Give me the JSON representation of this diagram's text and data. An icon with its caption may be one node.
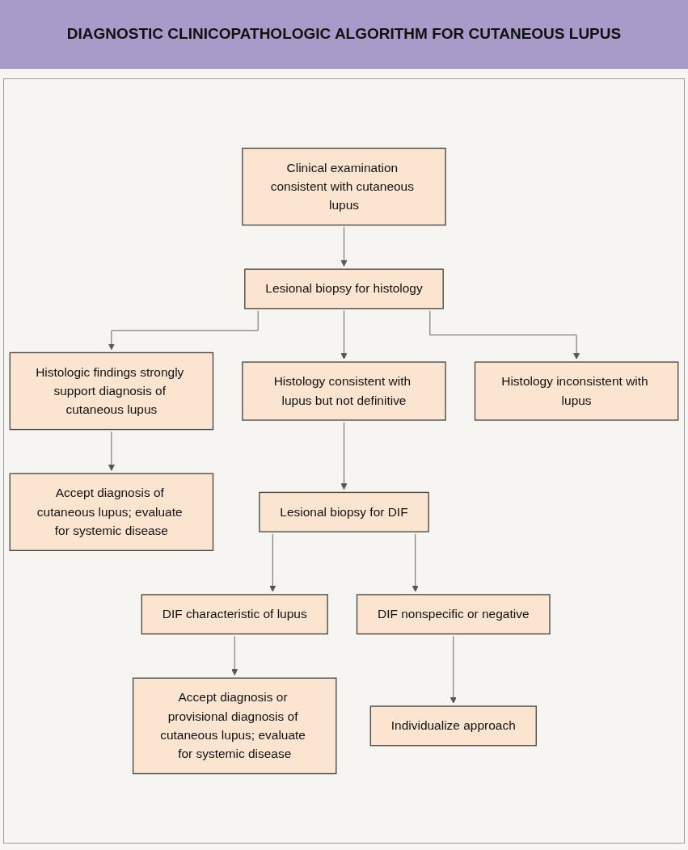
{
  "diagram": {
    "title": "DIAGNOSTIC CLINICOPATHOLOGIC ALGORITHM FOR CUTANEOUS LUPUS",
    "nodes": [
      {
        "text": [
          "Clinical examination consistent with cutaneous lupus"
        ]
      },
      {
        "text": [
          "Lesional biopsy for histology"
        ]
      },
      {
        "text": [
          "Histologic findings strongly support diagnosis of cutaneous lupus"
        ]
      },
      {
        "text": [
          "Histology consistent with lupus but not definitive"
        ]
      },
      {
        "text": [
          "Histology inconsistent with lupus"
        ]
      },
      {
        "text": [
          "Accept diagnosis of cutaneous lupus; evaluate for systemic disease"
        ]
      },
      {
        "text": [
          "Lesional biopsy for DIF"
        ]
      },
      {
        "text": [
          "DIF characteristic of lupus"
        ]
      },
      {
        "text": [
          "DIF nonspecific or negative"
        ]
      },
      {
        "text": [
          "Accept diagnosis or provisional diagnosis of cutaneous lupus; evaluate for systemic disease"
        ]
      },
      {
        "text": [
          "Individualize approach"
        ]
      }
    ],
    "edges": [
      {
        "from": 0,
        "to": 1,
        "arrow": "to"
      },
      {
        "from": 1,
        "to": 2,
        "arrow": "to"
      },
      {
        "from": 1,
        "to": 3,
        "arrow": "to"
      },
      {
        "from": 1,
        "to": 4,
        "arrow": "to"
      },
      {
        "from": 2,
        "to": 5,
        "arrow": "to"
      },
      {
        "from": 3,
        "to": 6,
        "arrow": "to"
      },
      {
        "from": 6,
        "to": 7,
        "arrow": "to"
      },
      {
        "from": 6,
        "to": 8,
        "arrow": "to"
      },
      {
        "from": 7,
        "to": 9,
        "arrow": "to"
      },
      {
        "from": 8,
        "to": 10,
        "arrow": "to"
      }
    ]
  }
}
